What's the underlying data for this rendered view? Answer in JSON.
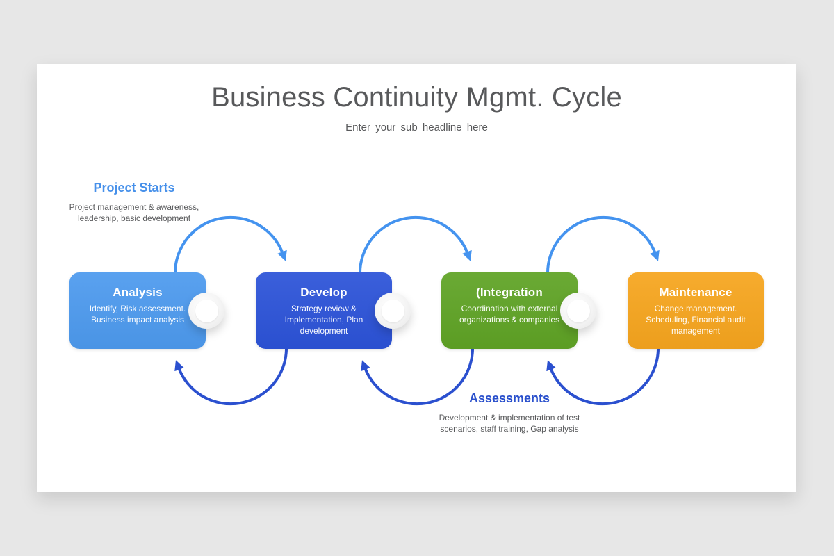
{
  "colors": {
    "background": "#e7e7e7",
    "slide": "#ffffff",
    "arc_top": "#4493ef",
    "arc_bottom": "#2b50cf",
    "title_text": "#58595b",
    "body_text": "#57585a"
  },
  "header": {
    "title": "Business Continuity Mgmt. Cycle",
    "subtitle": "Enter your sub headline here"
  },
  "annotations": {
    "project_starts": {
      "title": "Project Starts",
      "description": "Project management & awareness, leadership, basic development",
      "color": "#4690ea"
    },
    "assessments": {
      "title": "Assessments",
      "description": "Development & implementation of test scenarios, staff training, Gap analysis",
      "color": "#2a50cc"
    }
  },
  "steps": [
    {
      "title": "Analysis",
      "description": "Identify, Risk assessment. Business impact analysis",
      "color": "#4d9aee"
    },
    {
      "title": "Develop",
      "description": "Strategy review & Implementation, Plan development",
      "color": "#2c53d8"
    },
    {
      "title": "(Integration",
      "description": "Coordination with external organizations & companies",
      "color": "#5fa325"
    },
    {
      "title": "Maintenance",
      "description": "Change management. Scheduling, Financial audit management",
      "color": "#f6a51e"
    }
  ]
}
